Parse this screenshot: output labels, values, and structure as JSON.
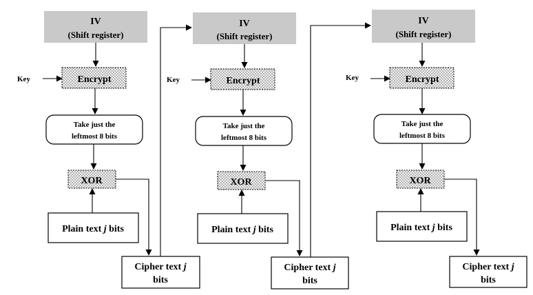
{
  "stages": [
    {
      "iv_title": "IV",
      "iv_subtitle": "(Shift register)",
      "key_label": "Key",
      "encrypt_label": "Encrypt",
      "take_line1": "Take just the",
      "take_line2": "leftmost 8 bits",
      "xor_label": "XOR",
      "plain_prefix": "Plain text ",
      "plain_var": "j",
      "plain_suffix": " bits",
      "cipher_line1_prefix": "Cipher text ",
      "cipher_line1_var": "j",
      "cipher_line2": "bits"
    },
    {
      "iv_title": "IV",
      "iv_subtitle": "(Shift register)",
      "key_label": "Key",
      "encrypt_label": "Encrypt",
      "take_line1": "Take just the",
      "take_line2": "leftmost 8 bits",
      "xor_label": "XOR",
      "plain_prefix": "Plain text ",
      "plain_var": "j",
      "plain_suffix": " bits",
      "cipher_line1_prefix": "Cipher text ",
      "cipher_line1_var": "j",
      "cipher_line2": "bits"
    },
    {
      "iv_title": "IV",
      "iv_subtitle": "(Shift register)",
      "key_label": "Key",
      "encrypt_label": "Encrypt",
      "take_line1": "Take just the",
      "take_line2": "leftmost 8 bits",
      "xor_label": "XOR",
      "plain_prefix": "Plain text ",
      "plain_var": "j",
      "plain_suffix": " bits",
      "cipher_line1_prefix": "Cipher text ",
      "cipher_line1_var": "j",
      "cipher_line2": "bits"
    }
  ],
  "colors": {
    "iv_fill": "#c9c9c9",
    "stroke": "#000000"
  }
}
